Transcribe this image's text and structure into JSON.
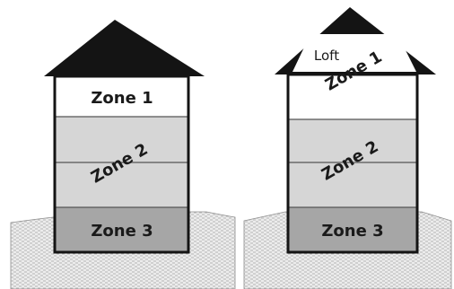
{
  "colors": {
    "roof": "#141414",
    "outline": "#141414",
    "zone1": "#ffffff",
    "zone2": "#d6d6d6",
    "zone3": "#a6a6a6",
    "ground": "#ececec",
    "ground_hatch": "#b4b4b4"
  },
  "left_house": {
    "zone1_label": "Zone 1",
    "zone2_label": "Zone 2",
    "zone3_label": "Zone 3"
  },
  "right_house": {
    "loft_label": "Loft",
    "zone1_label": "Zone 1",
    "zone2_label": "Zone 2",
    "zone3_label": "Zone 3"
  }
}
